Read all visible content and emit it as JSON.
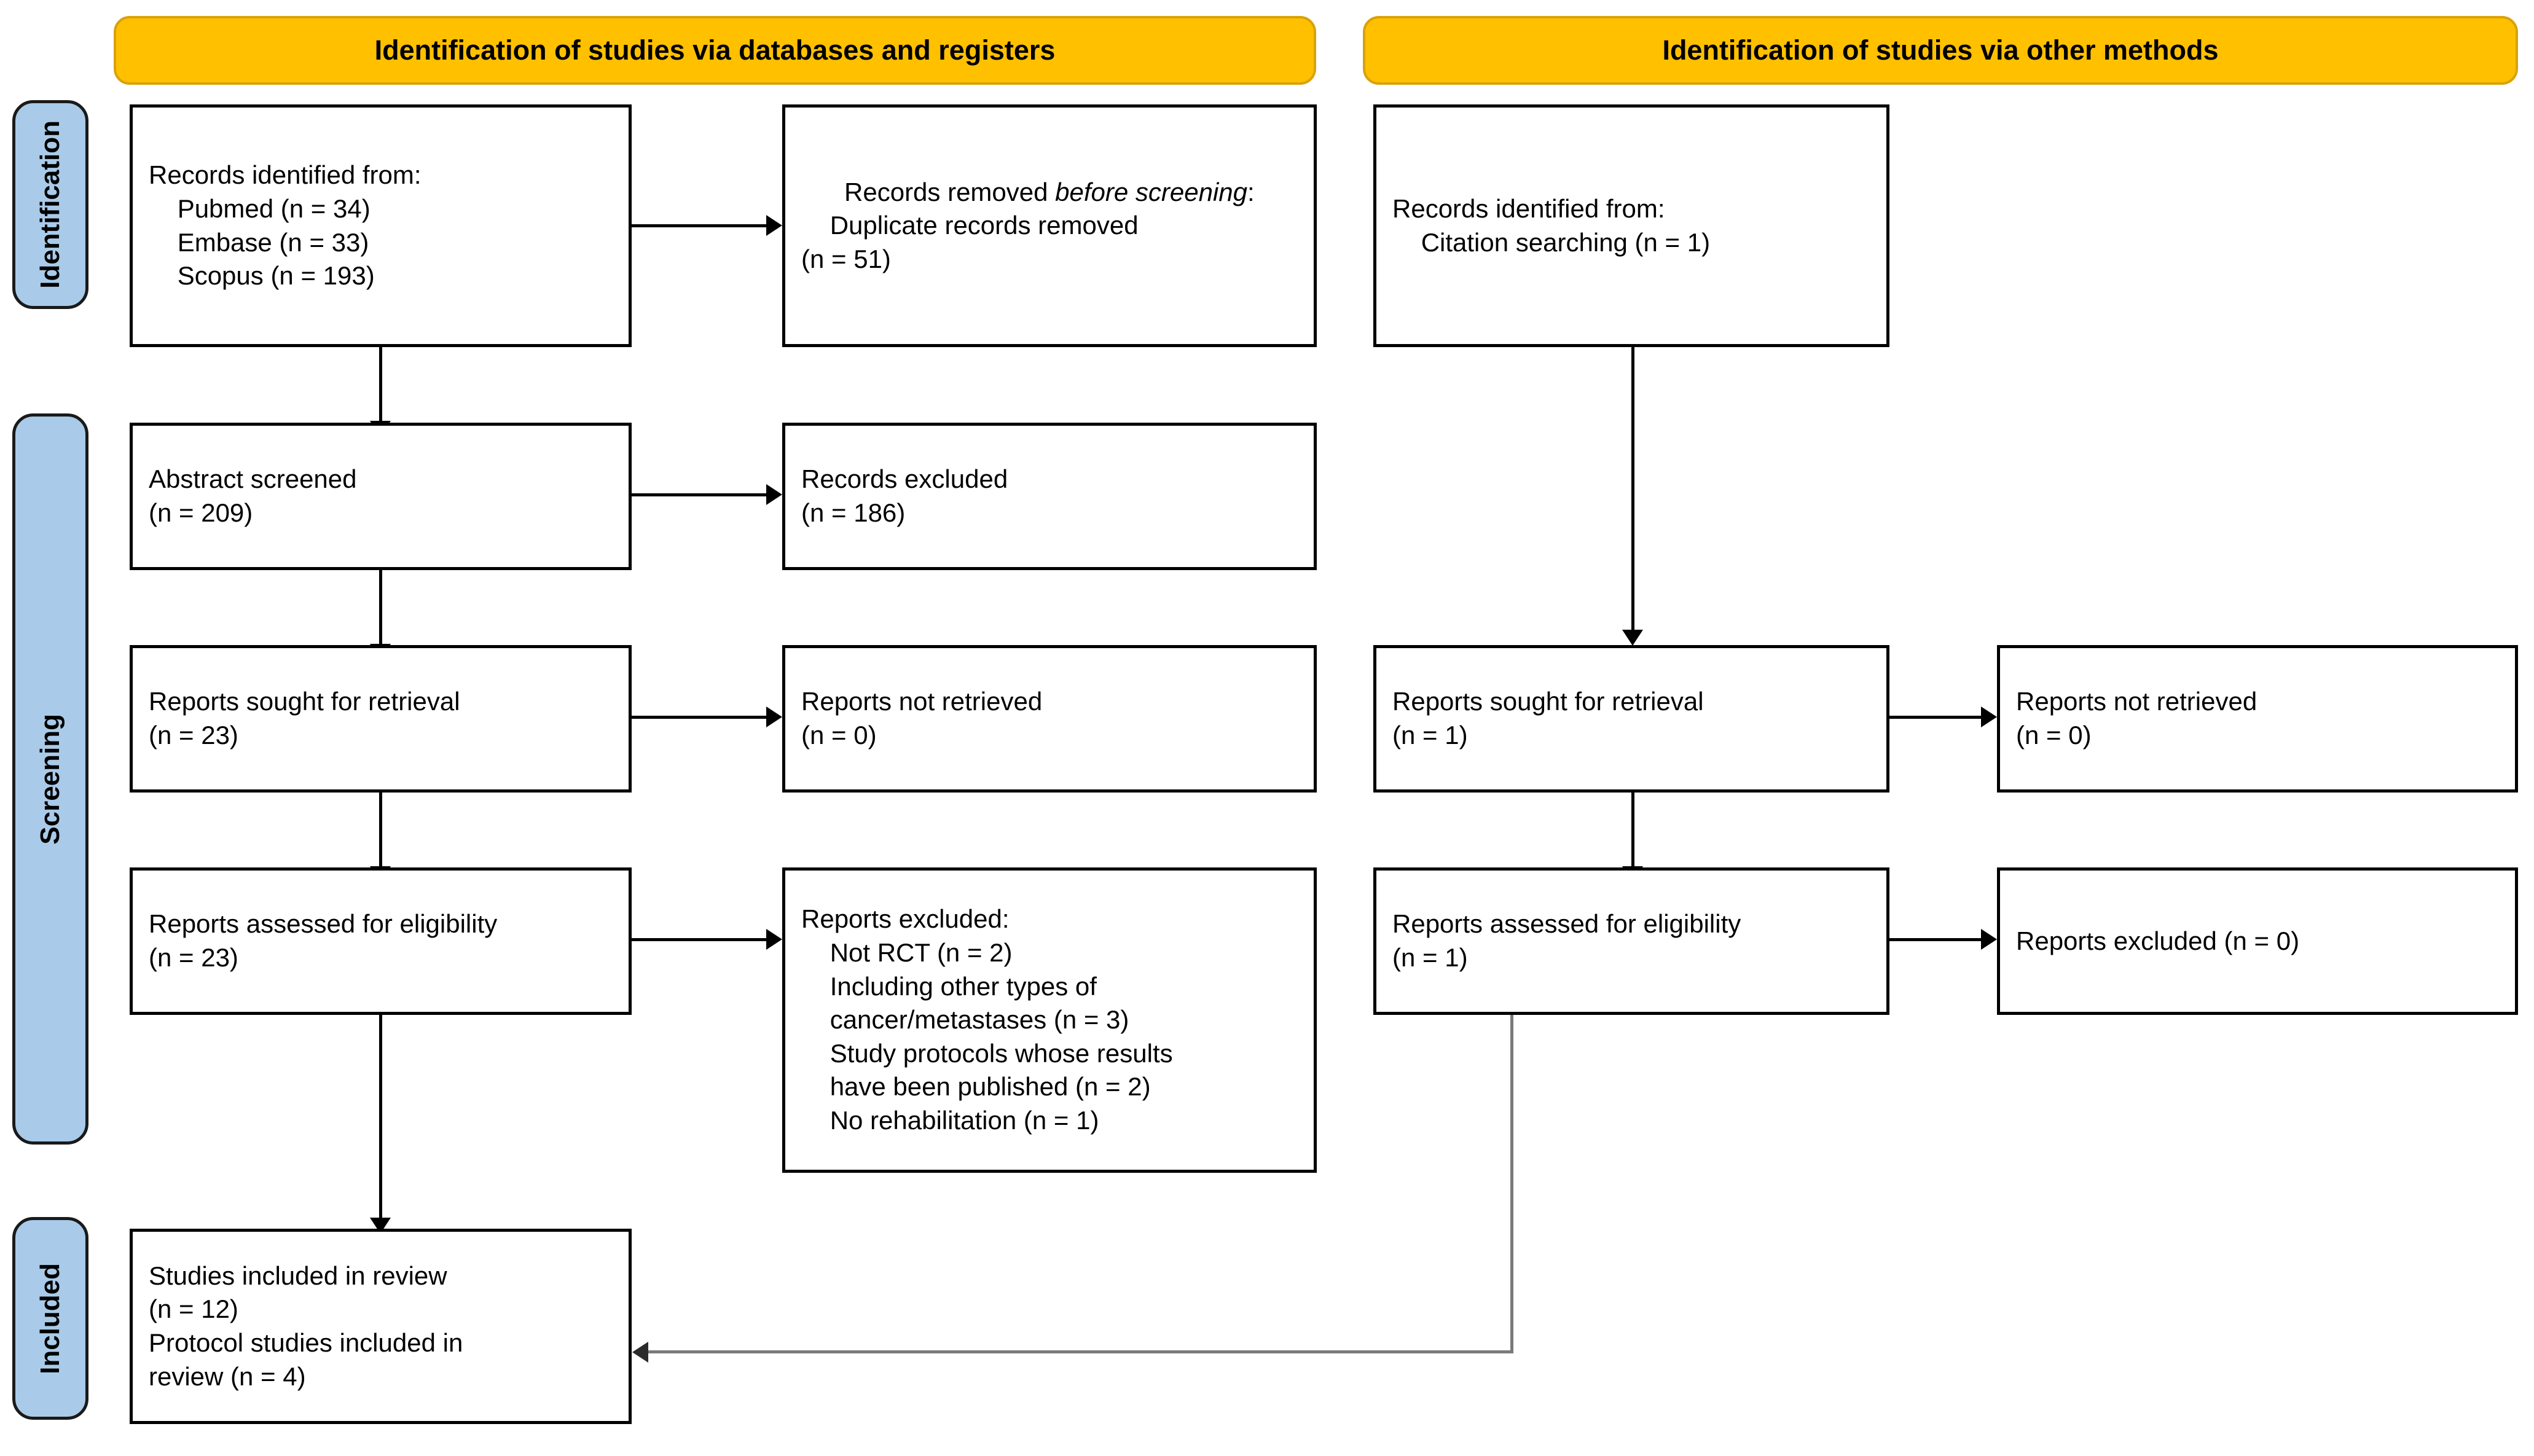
{
  "diagram": {
    "title": "PRISMA 2020 flow diagram",
    "colors": {
      "header_fill": "#FFC000",
      "header_border": "#D9A209",
      "phase_fill": "#A9CBE9",
      "box_border": "#000000",
      "connector": "#000000",
      "connector_gray": "#7A7A7A"
    },
    "headers": [
      {
        "id": "header-databases",
        "label": "Identification of studies via databases and registers"
      },
      {
        "id": "header-other",
        "label": "Identification of studies via other methods"
      }
    ],
    "phases": [
      {
        "id": "phase-identification",
        "label": "Identification"
      },
      {
        "id": "phase-screening",
        "label": "Screening"
      },
      {
        "id": "phase-included",
        "label": "Included"
      }
    ],
    "boxes": {
      "records_identified": {
        "id": "box-records-identified",
        "lines": [
          "Records identified from:",
          "    Pubmed (n = 34)",
          "    Embase (n = 33)",
          "    Scopus (n = 193)"
        ]
      },
      "records_removed": {
        "id": "box-records-removed",
        "lead": "Records removed ",
        "emphasis": "before screening",
        "tail": ":",
        "lines": [
          "    Duplicate records removed",
          "(n = 51)"
        ]
      },
      "abstract_screened": {
        "id": "box-abstract-screened",
        "lines": [
          "Abstract screened",
          "(n = 209)"
        ]
      },
      "records_excluded": {
        "id": "box-records-excluded",
        "lines": [
          "Records excluded",
          "(n = 186)"
        ]
      },
      "reports_sought_left": {
        "id": "box-reports-sought-left",
        "lines": [
          "Reports sought for retrieval",
          "(n = 23)"
        ]
      },
      "reports_not_retrieved_left": {
        "id": "box-reports-not-retrieved-left",
        "lines": [
          "Reports not retrieved",
          "(n = 0)"
        ]
      },
      "reports_assessed_left": {
        "id": "box-reports-assessed-left",
        "lines": [
          "Reports assessed for eligibility",
          "(n = 23)"
        ]
      },
      "reports_excluded_left": {
        "id": "box-reports-excluded-left",
        "lines": [
          "Reports excluded:",
          "    Not RCT (n = 2)",
          "    Including other types of",
          "    cancer/metastases (n = 3)",
          "    Study protocols whose results",
          "    have been published (n = 2)",
          "    No rehabilitation (n = 1)"
        ]
      },
      "studies_included": {
        "id": "box-studies-included",
        "lines": [
          "Studies included in review",
          "(n = 12)",
          "Protocol studies included in",
          "review (n = 4)"
        ]
      },
      "records_identified_other": {
        "id": "box-records-identified-other",
        "lines": [
          "Records identified from:",
          "    Citation searching (n = 1)"
        ]
      },
      "reports_sought_right": {
        "id": "box-reports-sought-right",
        "lines": [
          "Reports sought for retrieval",
          "(n = 1)"
        ]
      },
      "reports_not_retrieved_right": {
        "id": "box-reports-not-retrieved-right",
        "lines": [
          "Reports not retrieved",
          "(n = 0)"
        ]
      },
      "reports_assessed_right": {
        "id": "box-reports-assessed-right",
        "lines": [
          "Reports assessed for eligibility",
          "(n = 1)"
        ]
      },
      "reports_excluded_right": {
        "id": "box-reports-excluded-right",
        "lines": [
          "Reports excluded (n = 0)"
        ]
      }
    }
  },
  "chart_data": {
    "type": "table",
    "title": "PRISMA 2020 flow diagram",
    "flow": [
      {
        "stage": "Records identified from Pubmed",
        "n": 34,
        "arm": "databases"
      },
      {
        "stage": "Records identified from Embase",
        "n": 33,
        "arm": "databases"
      },
      {
        "stage": "Records identified from Scopus",
        "n": 193,
        "arm": "databases"
      },
      {
        "stage": "Duplicate records removed before screening",
        "n": 51,
        "arm": "databases"
      },
      {
        "stage": "Abstract screened",
        "n": 209,
        "arm": "databases"
      },
      {
        "stage": "Records excluded",
        "n": 186,
        "arm": "databases"
      },
      {
        "stage": "Reports sought for retrieval",
        "n": 23,
        "arm": "databases"
      },
      {
        "stage": "Reports not retrieved",
        "n": 0,
        "arm": "databases"
      },
      {
        "stage": "Reports assessed for eligibility",
        "n": 23,
        "arm": "databases"
      },
      {
        "stage": "Reports excluded: Not RCT",
        "n": 2,
        "arm": "databases"
      },
      {
        "stage": "Reports excluded: Including other types of cancer/metastases",
        "n": 3,
        "arm": "databases"
      },
      {
        "stage": "Reports excluded: Study protocols whose results have been published",
        "n": 2,
        "arm": "databases"
      },
      {
        "stage": "Reports excluded: No rehabilitation",
        "n": 1,
        "arm": "databases"
      },
      {
        "stage": "Records identified from Citation searching",
        "n": 1,
        "arm": "other"
      },
      {
        "stage": "Reports sought for retrieval",
        "n": 1,
        "arm": "other"
      },
      {
        "stage": "Reports not retrieved",
        "n": 0,
        "arm": "other"
      },
      {
        "stage": "Reports assessed for eligibility",
        "n": 1,
        "arm": "other"
      },
      {
        "stage": "Reports excluded",
        "n": 0,
        "arm": "other"
      },
      {
        "stage": "Studies included in review",
        "n": 12,
        "arm": "included"
      },
      {
        "stage": "Protocol studies included in review",
        "n": 4,
        "arm": "included"
      }
    ]
  }
}
